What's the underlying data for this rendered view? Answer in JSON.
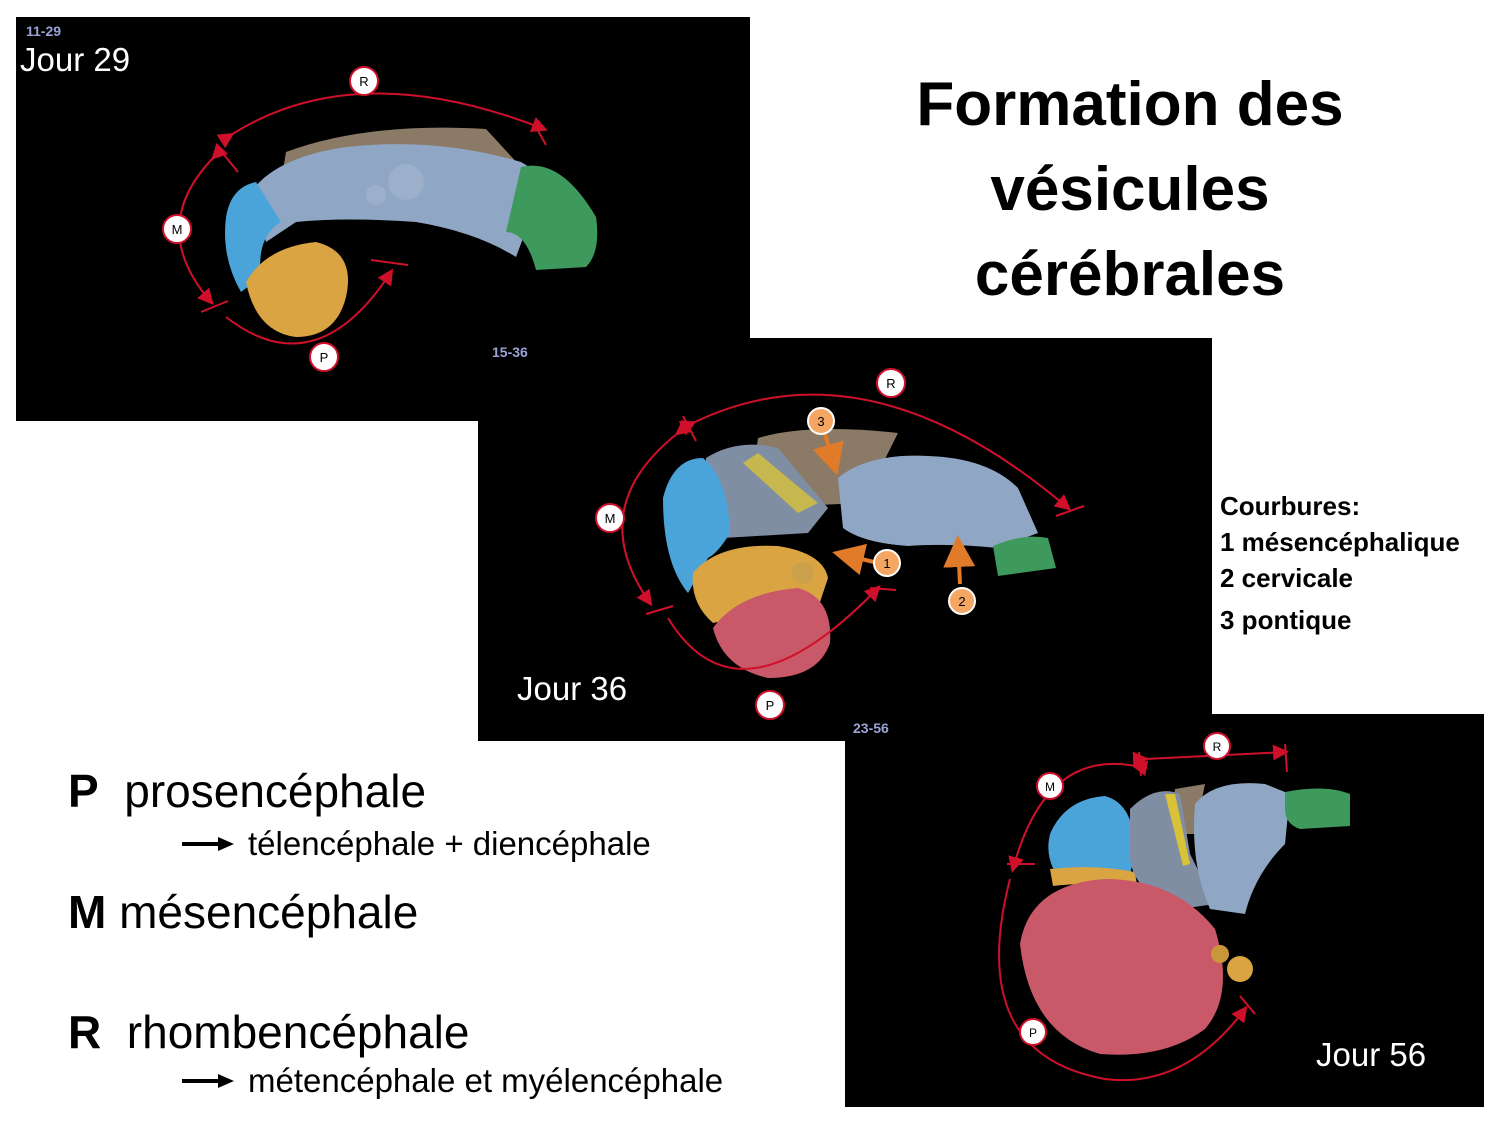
{
  "title": {
    "line1": "Formation des",
    "line2": "vésicules",
    "line3": "cérébrales"
  },
  "panels": [
    {
      "ref": "11-29",
      "day": "Jour 29"
    },
    {
      "ref": "15-36",
      "day": "Jour 36"
    },
    {
      "ref": "23-56",
      "day": "Jour 56"
    }
  ],
  "region_labels": {
    "p": "P",
    "m": "M",
    "r": "R"
  },
  "flexure_markers": [
    "1",
    "2",
    "3"
  ],
  "courbures": {
    "heading": "Courbures:",
    "items": [
      "1 mésencéphalique",
      "2 cervicale",
      "3 pontique"
    ]
  },
  "legend": {
    "p_letter": "P",
    "p_name": "prosencéphale",
    "p_sub": "télencéphale + diencéphale",
    "m_letter": "M",
    "m_name": "mésencéphale",
    "r_letter": "R",
    "r_name": "rhombencéphale",
    "r_sub": "métencéphale et myélencéphale"
  },
  "colors": {
    "prosencephalon": "#d9a441",
    "telencephalon": "#c95868",
    "mesencephalon": "#4aa3d9",
    "rhombencephalon": "#8fa6c4",
    "spinal_cord": "#3d9a5c",
    "roof": "#8b7a66",
    "flexure_arrow": "#e07b2a",
    "bracket_arrow": "#d0102a"
  },
  "icons": {
    "legend_arrow": "right-arrow-icon"
  }
}
